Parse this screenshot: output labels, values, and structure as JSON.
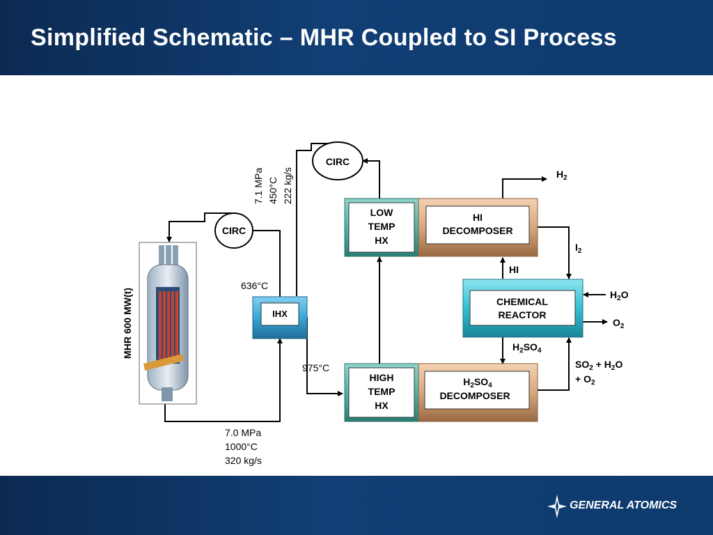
{
  "header": {
    "title": "Simplified Schematic – MHR Coupled to SI Process"
  },
  "diagram": {
    "reactor_label": "MHR 600 MW(t)",
    "circ_primary": "CIRC",
    "circ_secondary": "CIRC",
    "ihx": "IHX",
    "low_temp_hx": [
      "LOW",
      "TEMP",
      "HX"
    ],
    "high_temp_hx": [
      "HIGH",
      "TEMP",
      "HX"
    ],
    "hi_decomposer": [
      "HI",
      "DECOMPOSER"
    ],
    "chemical_reactor": [
      "CHEMICAL",
      "REACTOR"
    ],
    "h2so4_decomposer_line2": "DECOMPOSER",
    "temp_636": "636°C",
    "temp_975": "975°C",
    "conditions_upper": [
      "7.1 MPa",
      "450°C",
      "222 kg/s"
    ],
    "conditions_lower": [
      "7.0 MPa",
      "1000°C",
      "320 kg/s"
    ],
    "label_hi": "HI",
    "label_i2": "I",
    "label_o2": "O",
    "label_h2": "H"
  },
  "footer": {
    "logo_text": "GENERAL ATOMICS"
  },
  "colors": {
    "header_blue": "#113e74",
    "hx_teal": "#4fb3a9",
    "decomposer_tan": "#d9a77e",
    "reactor_cyan": "#33bfd2",
    "ihx_blue": "#3aa7d6"
  }
}
